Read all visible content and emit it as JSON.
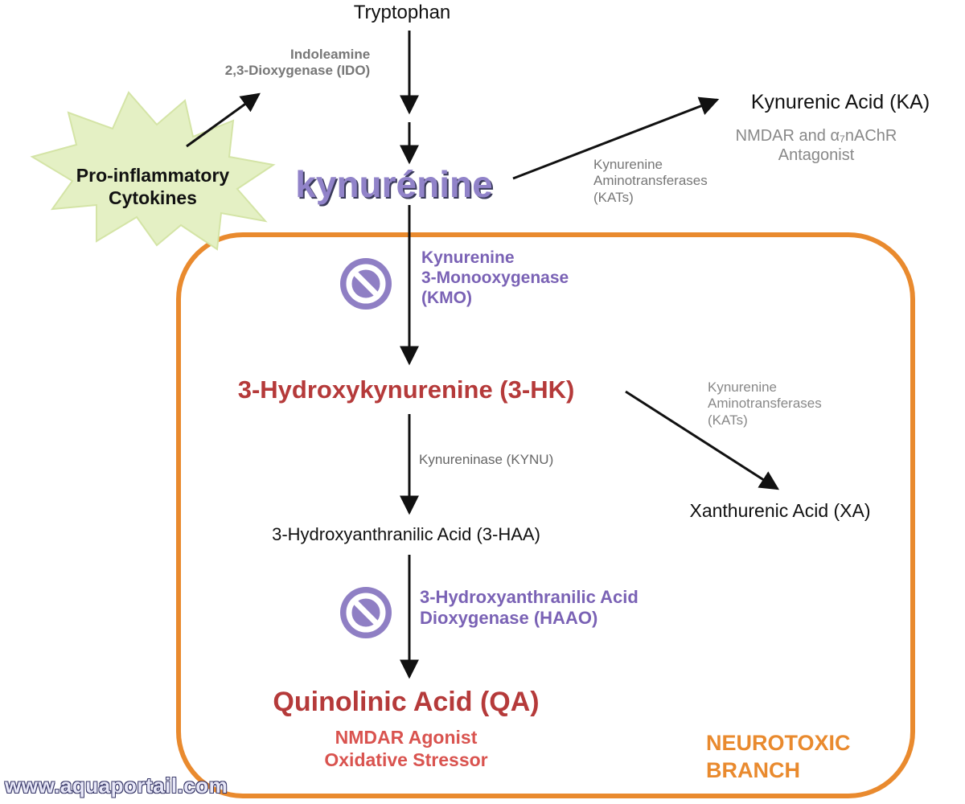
{
  "nodes": {
    "tryptophan": "Tryptophan",
    "kynurenine": "kynurénine",
    "kynurenic_acid": "Kynurenic Acid (KA)",
    "kynurenic_acid_desc": [
      "NMDAR and α₇nAChR",
      "Antagonist"
    ],
    "hydroxykynurenine": "3-Hydroxykynurenine (3-HK)",
    "xanthurenic_acid": "Xanthurenic Acid (XA)",
    "hydroxyanthranilic_acid": "3-Hydroxyanthranilic Acid (3-HAA)",
    "quinolinic_acid": "Quinolinic Acid (QA)",
    "quinolinic_acid_desc": [
      "NMDAR Agonist",
      "Oxidative Stressor"
    ],
    "cytokines": [
      "Pro-inflammatory",
      "Cytokines"
    ]
  },
  "enzymes": {
    "ido": [
      "Indoleamine",
      "2,3-Dioxygenase (IDO)"
    ],
    "kats_top": [
      "Kynurenine",
      "Aminotransferases",
      "(KATs)"
    ],
    "kmo": [
      "Kynurenine",
      "3-Monooxygenase",
      "(KMO)"
    ],
    "kats_mid": [
      "Kynurenine",
      "Aminotransferases",
      "(KATs)"
    ],
    "kynu": "Kynureninase (KYNU)",
    "haao": [
      "3-Hydroxyanthranilic Acid",
      "Dioxygenase (HAAO)"
    ]
  },
  "branch_label": [
    "NEUROTOXIC",
    "BRANCH"
  ],
  "watermark": "www.aquaportail.com",
  "colors": {
    "branch_box": "#e98a2e",
    "inhibitor": "#8f7fc4",
    "toxic_text": "#b53a3a",
    "starburst": "#e4f0c4"
  },
  "icons": {
    "inhibitor": "prohibited-icon"
  }
}
